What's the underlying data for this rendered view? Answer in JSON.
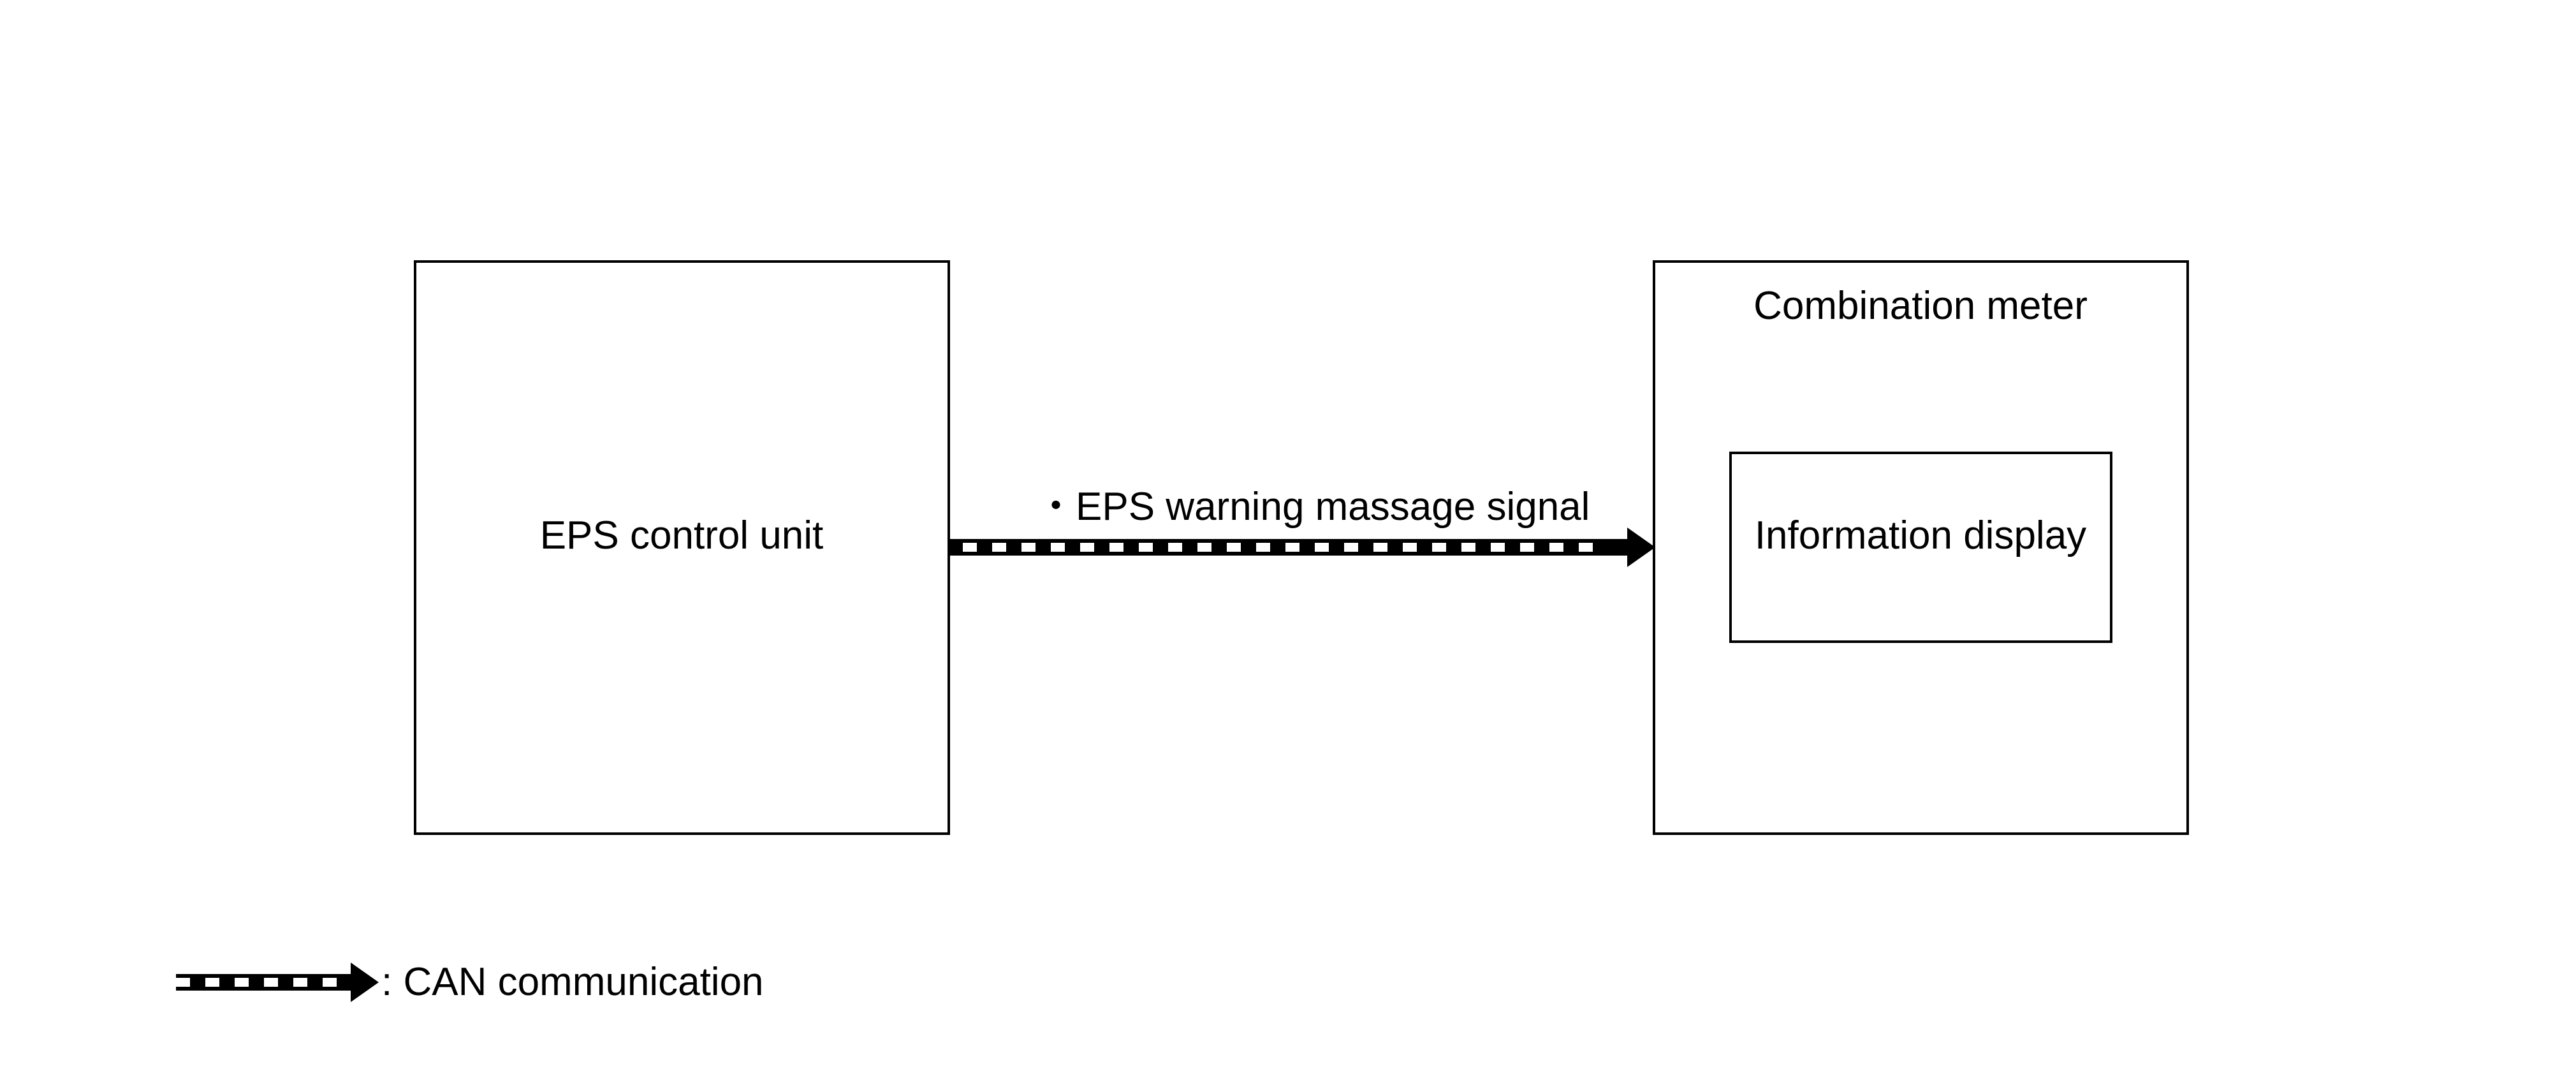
{
  "diagram": {
    "nodes": {
      "eps_control_unit": {
        "label": "EPS control unit"
      },
      "combination_meter": {
        "label": "Combination meter"
      },
      "information_display": {
        "label": "Information display"
      }
    },
    "edges": [
      {
        "from": "eps_control_unit",
        "to": "combination_meter",
        "label": "EPS warning massage signal",
        "bullet": "・",
        "type": "CAN communication"
      }
    ],
    "legend": {
      "label": ": CAN communication"
    }
  }
}
